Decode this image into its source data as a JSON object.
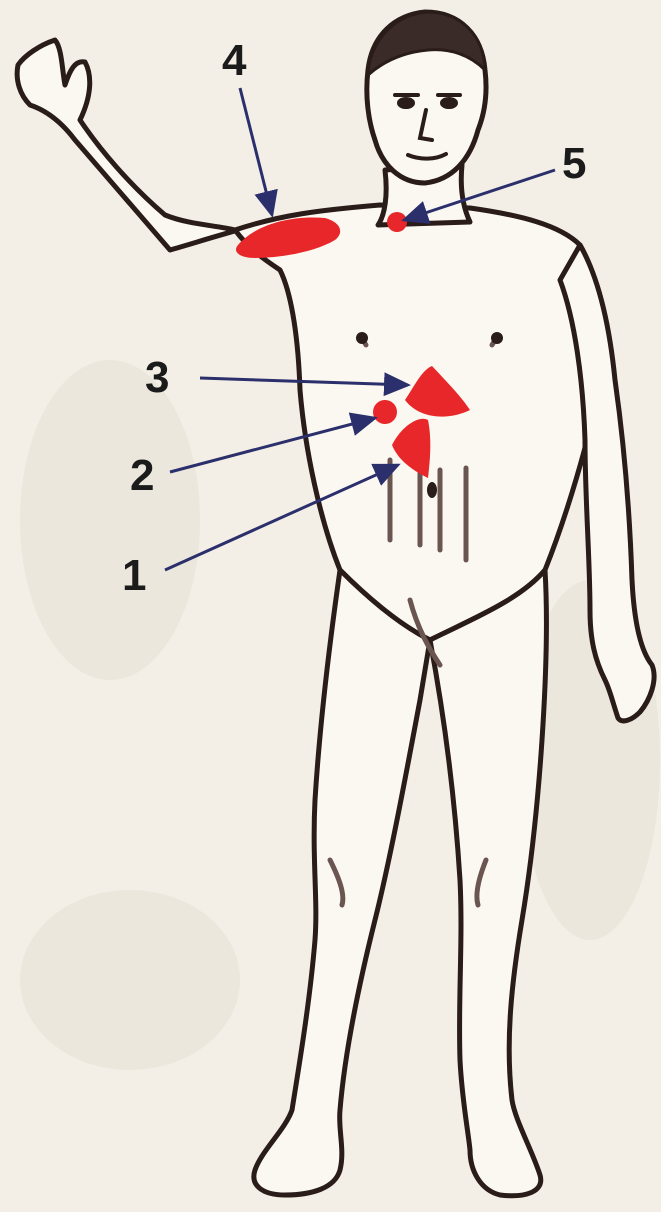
{
  "colors": {
    "background": "#f3efe6",
    "skin": "#fbf8f2",
    "outline": "#2a1c18",
    "shadow": "#6b5550",
    "pain_zone": "#e8272a",
    "arrow": "#2b2f6b"
  },
  "callouts": [
    {
      "id": "1",
      "label": "1"
    },
    {
      "id": "2",
      "label": "2"
    },
    {
      "id": "3",
      "label": "3"
    },
    {
      "id": "4",
      "label": "4"
    },
    {
      "id": "5",
      "label": "5"
    }
  ]
}
